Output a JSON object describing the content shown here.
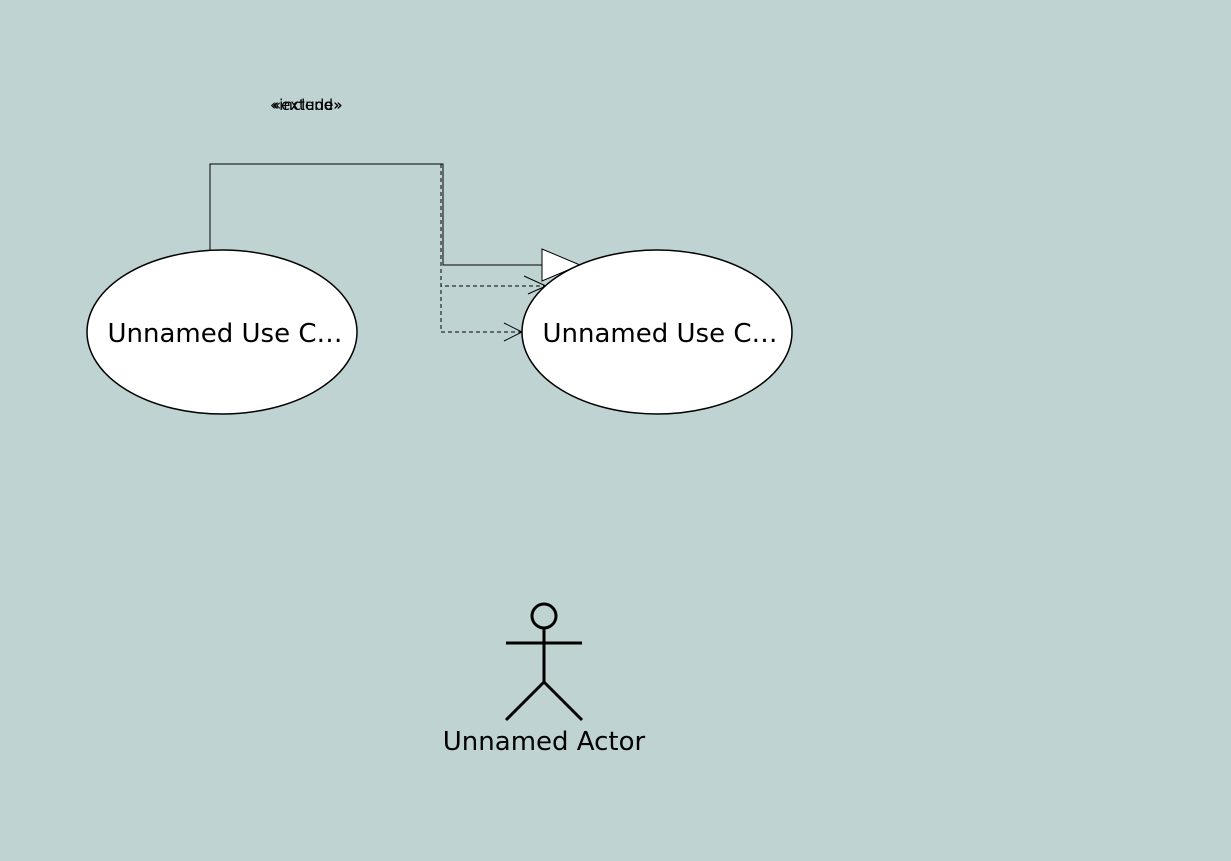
{
  "diagram": {
    "background_color": "#bfd3d3",
    "use_cases": [
      {
        "id": "uc1",
        "label": "Unnamed Use C…"
      },
      {
        "id": "uc2",
        "label": "Unnamed Use C…"
      }
    ],
    "actor": {
      "label": "Unnamed Actor"
    },
    "relationships": [
      {
        "type": "extend",
        "from": "uc1",
        "to": "uc2",
        "stereotype": "«extend»"
      },
      {
        "type": "include",
        "from": "uc1",
        "to": "uc2",
        "stereotype": "«include»"
      },
      {
        "type": "generalization",
        "from": "uc1",
        "to": "uc2"
      }
    ]
  }
}
